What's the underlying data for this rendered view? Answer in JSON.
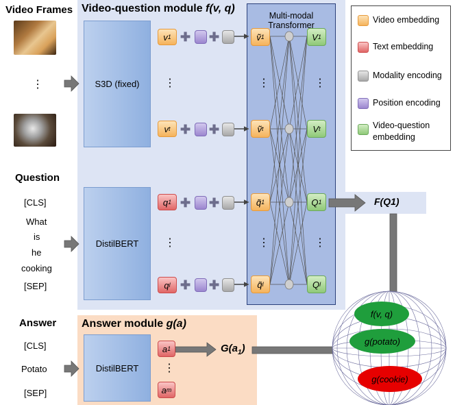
{
  "titles": {
    "video_frames": "Video Frames",
    "question": "Question",
    "answer": "Answer",
    "vq_module": "Video-question module ",
    "vq_module_fn": "f(v, q)",
    "answer_module": "Answer module ",
    "answer_module_fn": "g(a)"
  },
  "blocks": {
    "s3d": "S3D (fixed)",
    "distilbert_q": "DistilBERT",
    "distilbert_a": "DistilBERT",
    "transformer_line1": "Multi-modal",
    "transformer_line2": "Transformer"
  },
  "question_tokens": [
    "[CLS]",
    "What",
    "is",
    "he",
    "cooking",
    "[SEP]"
  ],
  "answer_tokens": [
    "[CLS]",
    "Potato",
    "[SEP]"
  ],
  "ellipsis": "⋮",
  "embeddings": {
    "v1": "v",
    "v1_sub": "1",
    "vt": "v",
    "vt_sub": "t",
    "q1": "q",
    "q1_sub": "1",
    "ql": "q",
    "ql_sub": "l",
    "a1": "a",
    "a1_sub": "1",
    "am": "a",
    "am_sub": "m"
  },
  "tilde_embeddings": {
    "v1": "ṽ",
    "v1_sub": "1",
    "vt": "ṽ",
    "vt_sub": "t",
    "q1": "q̃",
    "q1_sub": "1",
    "ql": "q̃",
    "ql_sub": "l"
  },
  "outputs": {
    "V1": "V",
    "V1_sub": "1",
    "Vt": "V",
    "Vt_sub": "t",
    "Q1": "Q",
    "Q1_sub": "1",
    "Ql": "Q",
    "Ql_sub": "l"
  },
  "results": {
    "FQ1": "F(Q1)",
    "Ga1_main": "G(a",
    "Ga1_sub": "1",
    "Ga1_close": ")"
  },
  "sphere_labels": {
    "fvq": "f(v, q)",
    "g_potato": "g(potato)",
    "g_cookie": "g(cookie)"
  },
  "legend": {
    "items": [
      {
        "label": "Video embedding",
        "color": "#f5b35c"
      },
      {
        "label": "Text embedding",
        "color": "#e06666"
      },
      {
        "label": "Modality encoding",
        "color": "#a8a8a8"
      },
      {
        "label": "Position encoding",
        "color": "#9b86cf"
      },
      {
        "label": "Video-question embedding",
        "color": "#8fc978"
      }
    ]
  },
  "colors": {
    "video_panel": "#dde4f4",
    "answer_panel": "#fbdcc4",
    "transformer": "#a8bbe3",
    "oval_green": "#1f9e3c",
    "oval_red": "#e60000"
  }
}
